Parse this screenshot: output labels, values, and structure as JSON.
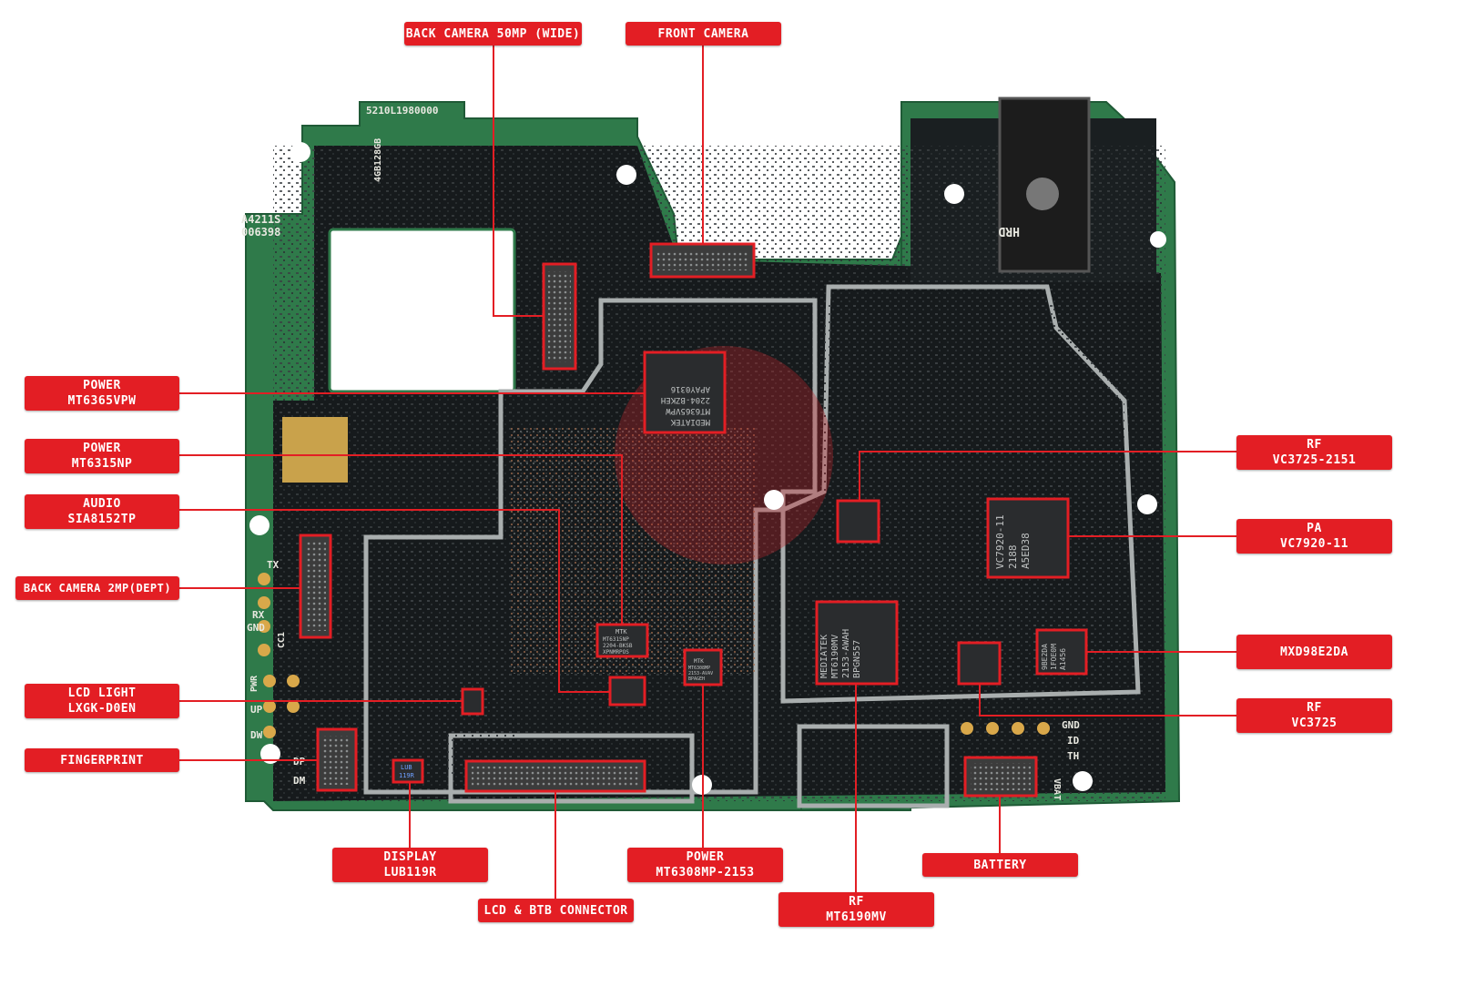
{
  "diagram": {
    "labels": [
      {
        "id": "back-camera-50mp",
        "lines": [
          "BACK CAMERA 50MP (WIDE)"
        ]
      },
      {
        "id": "front-camera",
        "lines": [
          "FRONT CAMERA"
        ]
      },
      {
        "id": "power-mt6365vpw",
        "lines": [
          "POWER",
          "MT6365VPW"
        ]
      },
      {
        "id": "power-mt6315np",
        "lines": [
          "POWER",
          "MT6315NP"
        ]
      },
      {
        "id": "audio-sia8152tp",
        "lines": [
          "AUDIO",
          "SIA8152TP"
        ]
      },
      {
        "id": "back-camera-2mp",
        "lines": [
          "BACK CAMERA 2MP(DEPT)"
        ]
      },
      {
        "id": "lcd-light",
        "lines": [
          "LCD LIGHT",
          "LXGK-D0EN"
        ]
      },
      {
        "id": "fingerprint",
        "lines": [
          "FINGERPRINT"
        ]
      },
      {
        "id": "display-lub119r",
        "lines": [
          "DISPLAY",
          "LUB119R"
        ]
      },
      {
        "id": "lcd-btb-connector",
        "lines": [
          "LCD & BTB CONNECTOR"
        ]
      },
      {
        "id": "power-mt6308mp",
        "lines": [
          "POWER",
          "MT6308MP-2153"
        ]
      },
      {
        "id": "rf-mt6190mv",
        "lines": [
          "RF",
          "MT6190MV"
        ]
      },
      {
        "id": "battery",
        "lines": [
          "BATTERY"
        ]
      },
      {
        "id": "rf-vc3725-2151",
        "lines": [
          "RF",
          "VC3725-2151"
        ]
      },
      {
        "id": "pa-vc7920",
        "lines": [
          "PA",
          "VC7920-11"
        ]
      },
      {
        "id": "mxd98e2da",
        "lines": [
          "MXD98E2DA"
        ]
      },
      {
        "id": "rf-vc3725",
        "lines": [
          "RF",
          "VC3725"
        ]
      }
    ],
    "silkscreen": {
      "serial_top": "5210L1980000",
      "board_id_1": "A4211S",
      "board_id_2": "006398",
      "memory": "4GB128GB",
      "jack": "HRD",
      "pads_left": [
        "TX",
        "RX",
        "GND",
        "CC1",
        "PWR",
        "UP",
        "DW",
        "DP",
        "DM"
      ],
      "pads_right": [
        "GND",
        "ID",
        "TH",
        "VBAT"
      ],
      "chip_mt6365": [
        "MEDIATEK",
        "MT6365VPW",
        "2204-BZKEH",
        "APAY0316"
      ],
      "chip_vc7920": [
        "VC7920-11",
        "2188",
        "A5ED38"
      ],
      "chip_mt6190": [
        "MEDIATEK",
        "MT6190MV",
        "2153-AWAH",
        "BPGN557"
      ],
      "chip_mxd": [
        "9BE2DA",
        "1FOE0M",
        "A1456"
      ],
      "chip_mt6315": [
        "MTK",
        "MT6315NP",
        "2204-BKSB",
        "XPNMRPOS"
      ],
      "chip_mt6308": [
        "MTK",
        "MT6308MP",
        "2153-AVAV",
        "BPAGEH"
      ],
      "chip_lub": [
        "LUB",
        "119R"
      ]
    },
    "colors": {
      "label_fill": "#e31e24",
      "label_text": "#ffffff",
      "leader_line": "#e31e24",
      "pcb_dark": "#161a1c",
      "pcb_green": "#2f7a4a",
      "shield": "#a9aeae"
    }
  }
}
